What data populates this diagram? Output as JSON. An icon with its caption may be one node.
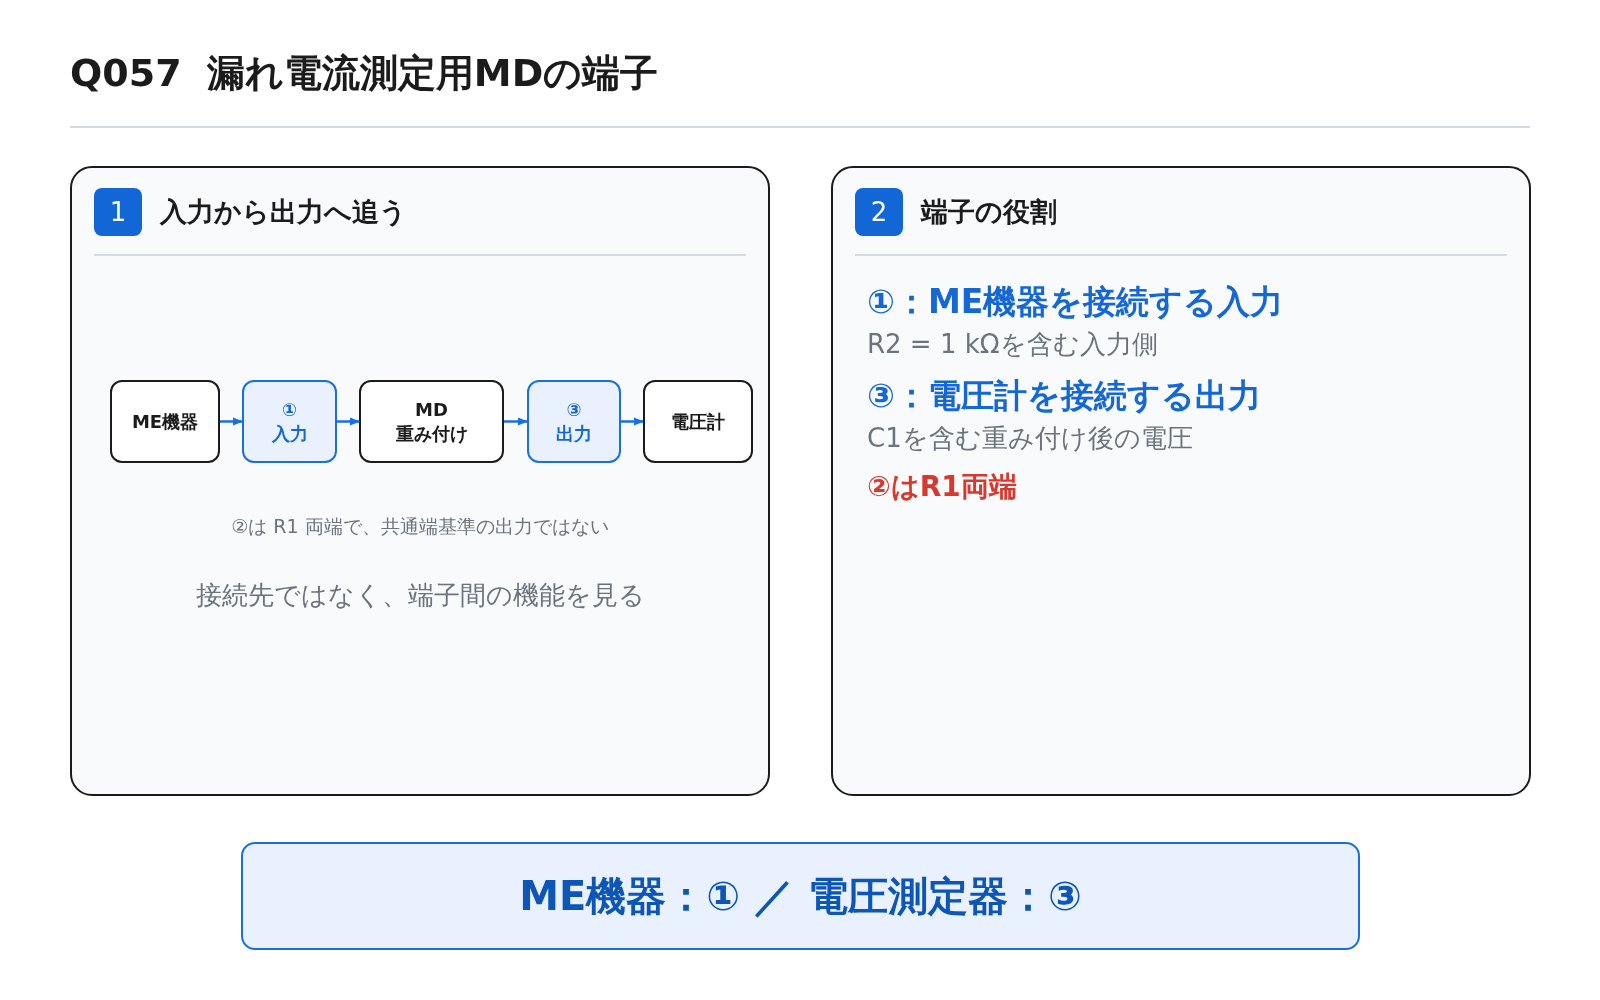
{
  "diagram": {
    "title": "Q057 漏れ電流測定用MDの端子",
    "nodes": [
      {
        "text": [
          "1",
          "入力から出力へ追う",
          "②は R1 両端で、共通端基準の出力ではない",
          "接続先ではなく、端子間の機能を見る"
        ]
      },
      {
        "text": [
          "ME機器"
        ],
        "in": 0
      },
      {
        "text": [
          "① 入力"
        ],
        "in": 0
      },
      {
        "text": [
          "MD 重み付け"
        ],
        "in": 0
      },
      {
        "text": [
          "③ 出力"
        ],
        "in": 0
      },
      {
        "text": [
          "電圧計"
        ],
        "in": 0
      },
      {
        "text": [
          "2",
          "端子の役割",
          "①：ME機器を接続する入力",
          "R2 = 1 kΩを含む入力側",
          "③：電圧計を接続する出力",
          "C1を含む重み付け後の電圧",
          "②はR1両端"
        ]
      },
      {
        "text": [
          "ME機器：① ／ 電圧測定器：③"
        ]
      }
    ],
    "edges": [
      {
        "from": 1,
        "to": 2,
        "arrow": "to"
      },
      {
        "from": 2,
        "to": 3,
        "arrow": "to"
      },
      {
        "from": 3,
        "to": 4,
        "arrow": "to"
      },
      {
        "from": 4,
        "to": 5,
        "arrow": "to"
      }
    ]
  }
}
